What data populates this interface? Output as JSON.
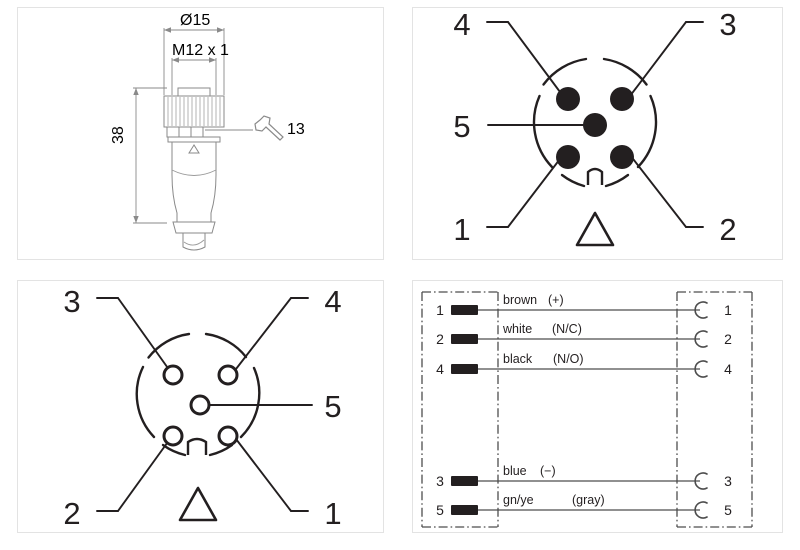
{
  "document": {
    "type": "connector-technical-drawing",
    "panel_count": 4,
    "border_color": "#e3e3e3",
    "line_color": "#231f20",
    "thin_line_color": "#808080"
  },
  "panels": {
    "dimension_drawing": {
      "name": "M12 straight female connector dimension drawing",
      "dimensions": {
        "outer_diameter": "Ø15",
        "thread": "M12 x 1",
        "length": "38",
        "wrench_size": "13"
      },
      "icons": {
        "wrench": "wrench-icon",
        "coding_mark": "triangle-icon"
      }
    },
    "male_face": {
      "name": "Pin assignment male connector face view",
      "contact_style": "filled-pins",
      "labels": {
        "top_left": "4",
        "top_right": "3",
        "mid_left": "5",
        "bottom_left": "1",
        "bottom_right": "2"
      },
      "marker": "triangle-icon"
    },
    "female_face": {
      "name": "Pin assignment female connector face view",
      "contact_style": "hollow-sockets",
      "labels": {
        "top_left": "3",
        "top_right": "4",
        "mid_right": "5",
        "bottom_left": "2",
        "bottom_right": "1"
      },
      "marker": "triangle-icon"
    },
    "wiring": {
      "name": "Wiring / pin-out schematic",
      "left_terminal_style": "pin-bar",
      "right_terminal_style": "socket-c",
      "rows": [
        {
          "left_pin": "1",
          "label": "brown",
          "function": "(+)",
          "right_pin": "1",
          "group": "top"
        },
        {
          "left_pin": "2",
          "label": "white",
          "function": "(N/C)",
          "right_pin": "2",
          "group": "top"
        },
        {
          "left_pin": "4",
          "label": "black",
          "function": "(N/O)",
          "right_pin": "4",
          "group": "top"
        },
        {
          "left_pin": "3",
          "label": "blue",
          "function": "(−)",
          "right_pin": "3",
          "group": "bottom"
        },
        {
          "left_pin": "5",
          "label": "gn/ye",
          "function": "(gray)",
          "right_pin": "5",
          "group": "bottom"
        }
      ]
    }
  }
}
